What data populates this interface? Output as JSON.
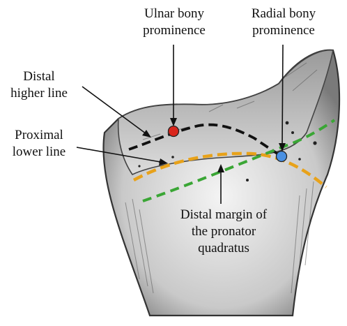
{
  "labels": {
    "ulnar": [
      "Ulnar bony",
      "prominence"
    ],
    "radial": [
      "Radial bony",
      "prominence"
    ],
    "distal_higher": [
      "Distal",
      "higher line"
    ],
    "proximal_lower": [
      "Proximal",
      "lower line"
    ],
    "pronator": [
      "Distal margin of",
      "the pronator",
      "quadratus"
    ]
  },
  "colors": {
    "ulnar_point": "#d9261c",
    "radial_point": "#4a90e2",
    "distal_higher_line": "#111111",
    "proximal_lower_line": "#e8a21a",
    "pronator_line": "#3aa635"
  }
}
